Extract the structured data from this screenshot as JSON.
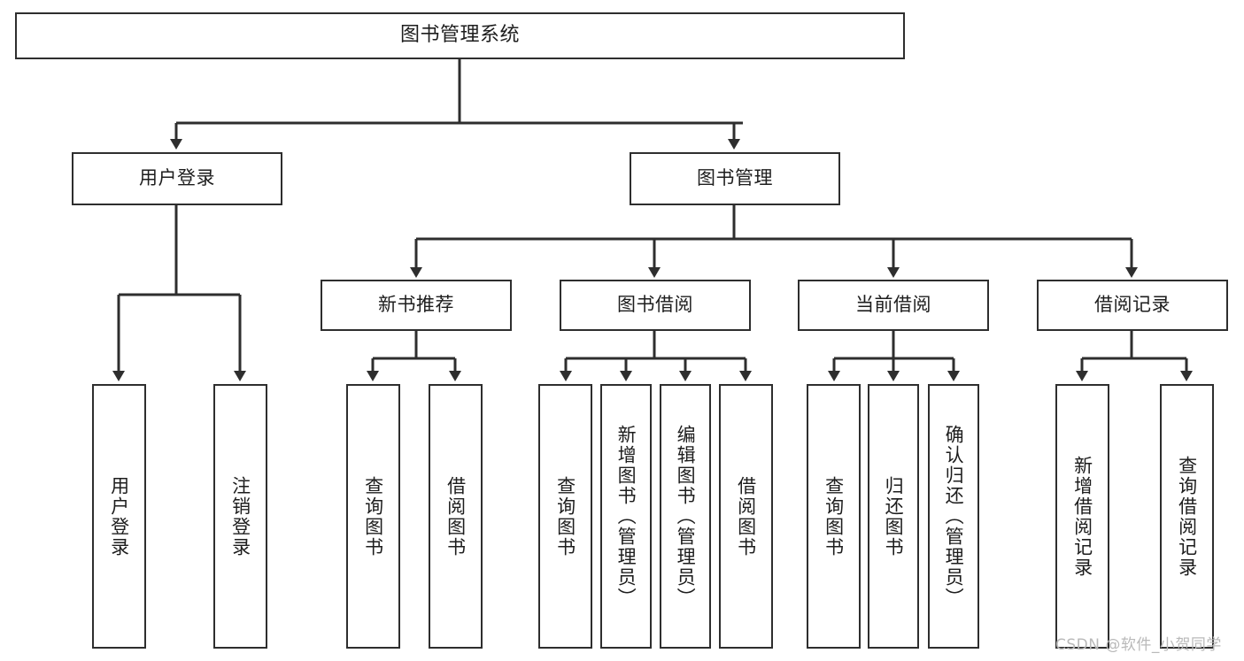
{
  "diagram": {
    "type": "tree",
    "title": "图书管理系统",
    "root": {
      "label": "图书管理系统"
    },
    "level2": [
      {
        "label": "用户登录"
      },
      {
        "label": "图书管理"
      }
    ],
    "level3": [
      {
        "label": "新书推荐"
      },
      {
        "label": "图书借阅"
      },
      {
        "label": "当前借阅"
      },
      {
        "label": "借阅记录"
      }
    ],
    "leaves": {
      "user_login": [
        {
          "label": "用户登录"
        },
        {
          "label": "注销登录"
        }
      ],
      "new_book_recommend": [
        {
          "label": "查询图书"
        },
        {
          "label": "借阅图书"
        }
      ],
      "book_borrow": [
        {
          "label": "查询图书"
        },
        {
          "label": "新增图书（管理员）"
        },
        {
          "label": "编辑图书（管理员）"
        },
        {
          "label": "借阅图书"
        }
      ],
      "current_borrow": [
        {
          "label": "查询图书"
        },
        {
          "label": "归还图书"
        },
        {
          "label": "确认归还（管理员）"
        }
      ],
      "borrow_record": [
        {
          "label": "新增借阅记录"
        },
        {
          "label": "查询借阅记录"
        }
      ]
    }
  },
  "watermark": {
    "text": "CSDN @软件_小贺同学"
  },
  "colors": {
    "stroke": "#2e2e2e",
    "fill": "#ffffff",
    "text": "#1d1d1d",
    "watermark": "#b9b9b9"
  }
}
